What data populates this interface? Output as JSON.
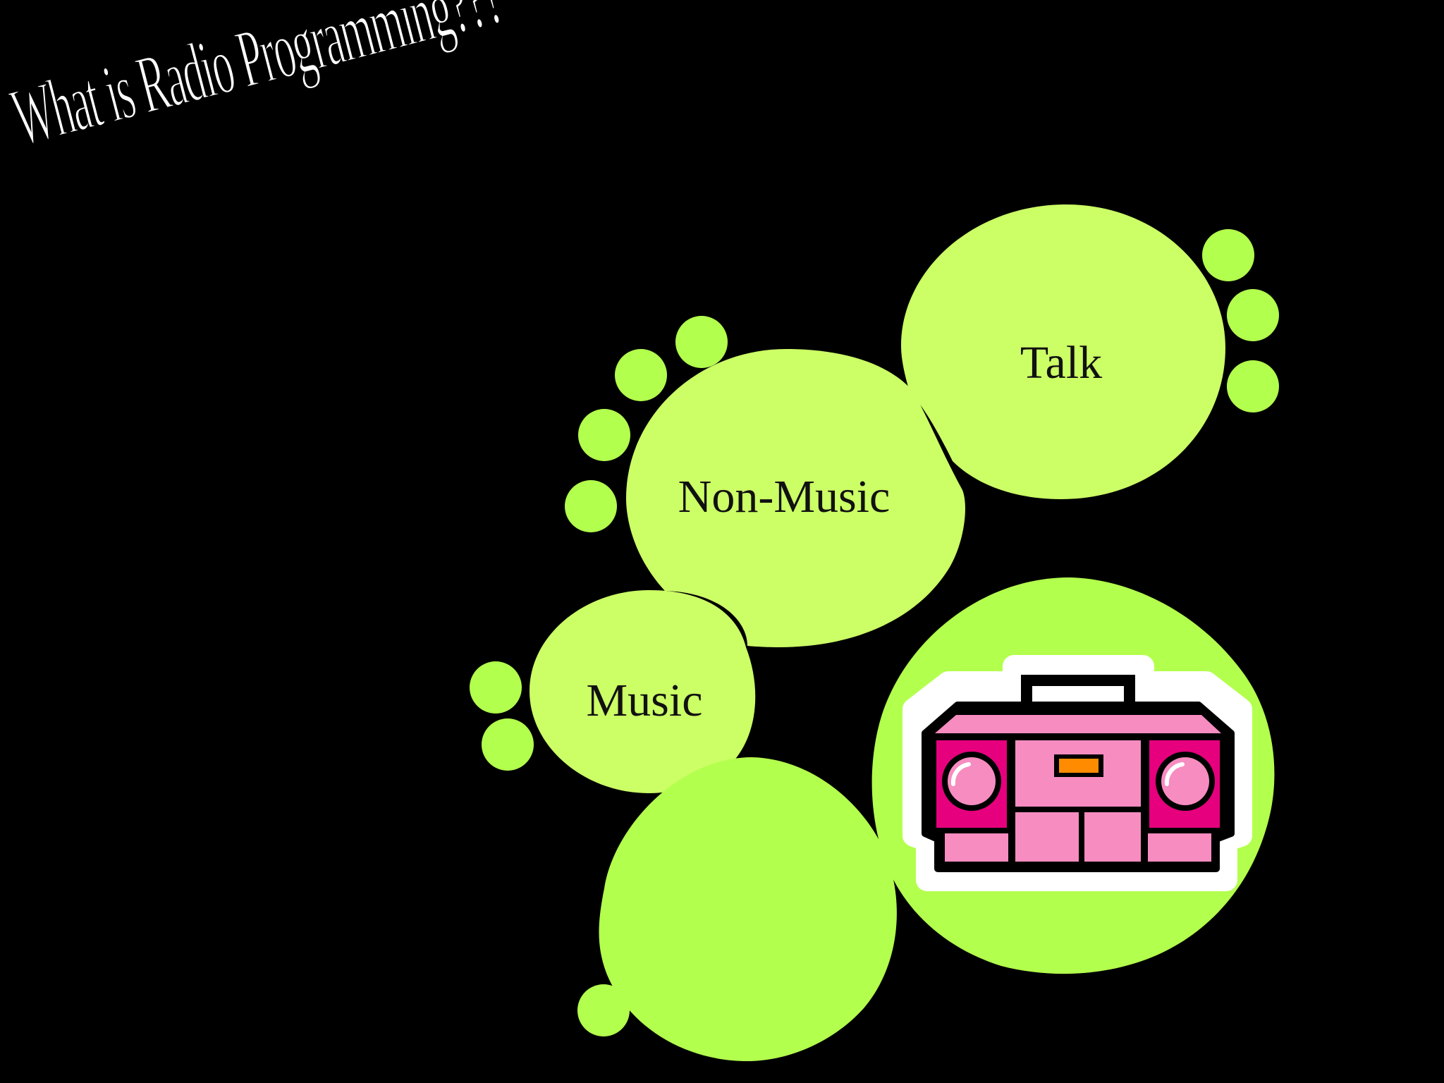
{
  "slide": {
    "title": "What is Radio Programming???",
    "bubbles": {
      "talk": "Talk",
      "non_music": "Non-Music",
      "music": "Music"
    },
    "picture": "boombox-icon"
  },
  "colors": {
    "background": "#000000",
    "bubble_light": "#ccff66",
    "bubble_bright": "#b3ff4d",
    "dot": "#b3ff4d",
    "title_text": "#ffffff",
    "label_text": "#111111",
    "boombox_pink": "#f78cc0",
    "boombox_magenta": "#e6007e",
    "boombox_display": "#ff8c00"
  }
}
